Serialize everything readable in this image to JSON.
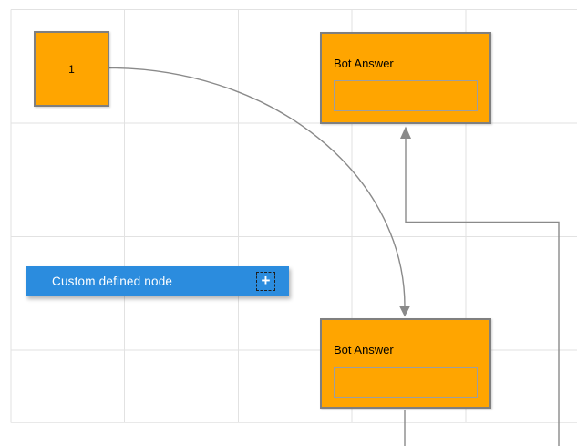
{
  "colors": {
    "node_fill": "#FFA500",
    "node_border": "#7F7F7F",
    "inner_border": "#9E9E9E",
    "custom_node_fill": "#2B8CDE",
    "custom_node_text": "#FFFFFF",
    "connector": "#8A8A8A",
    "grid_line": "#E2E2E2",
    "page_edge": "#E9E9E9",
    "label_text": "#000000"
  },
  "nodes": {
    "square": {
      "label": "1"
    },
    "bot_answer_top": {
      "title": "Bot Answer",
      "input_value": ""
    },
    "bot_answer_bottom": {
      "title": "Bot Answer",
      "input_value": ""
    },
    "custom": {
      "label": "Custom defined node"
    }
  },
  "icons": {
    "plus": "+"
  }
}
